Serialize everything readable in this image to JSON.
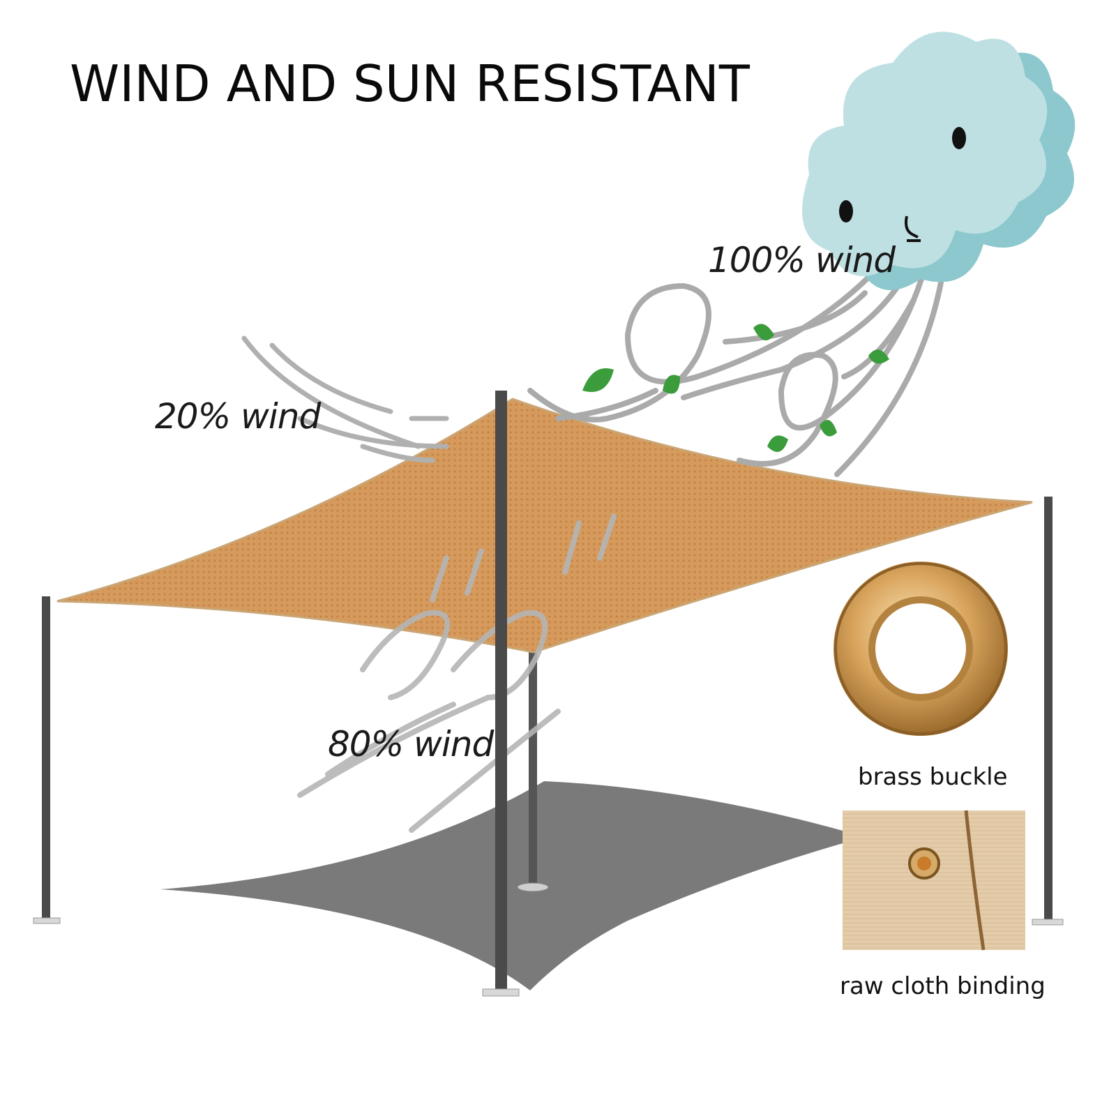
{
  "headline": "WIND AND SUN RESISTANT",
  "wind_labels": {
    "strong": "100% wind",
    "weak": "20% wind",
    "medium": "80% wind"
  },
  "details": {
    "buckle_caption": "brass buckle",
    "binding_caption": "raw cloth binding"
  },
  "colors": {
    "sail": "#d59a5c",
    "pole": "#4a4a4a",
    "shadow": "#6b6b6b",
    "cloud": "#bfe0e3",
    "cloud_shade": "#8cc8cd",
    "wind_line": "#a9a9a9",
    "leaf": "#3a9c3a",
    "brass": "#d9ab6b",
    "fabric": "#e2c9a3"
  }
}
